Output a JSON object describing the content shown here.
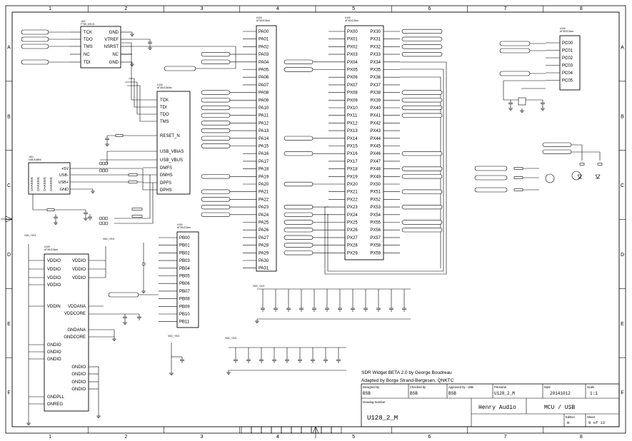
{
  "border": {
    "columns": [
      "1",
      "2",
      "3",
      "4",
      "5",
      "6",
      "7",
      "8"
    ],
    "rows": [
      "A",
      "B",
      "C",
      "D",
      "E",
      "F"
    ]
  },
  "jtag_header": {
    "ref": "J100",
    "part": "FTSH-105-01",
    "pins_left": [
      "TCK",
      "TDO",
      "TMS",
      "NC",
      "TDI"
    ],
    "pins_right": [
      "GND",
      "VTREF",
      "NSRST",
      "NC",
      "GND"
    ]
  },
  "mcu_jtag": {
    "ref": "U100",
    "part": "AT32UC3A3xx",
    "pins": [
      "TCK",
      "TDI",
      "TDO",
      "TMS",
      "RESET_N",
      "USB_VBIAS",
      "USB_VBUS",
      "DMFS",
      "DMHS",
      "DPFS",
      "DPHS"
    ]
  },
  "usb_connector": {
    "ref": "J101",
    "part": "USB-B-MINI",
    "pins": [
      "+5V",
      "USB-",
      "USB+",
      "GND"
    ],
    "shield": [
      "CHASSIS",
      "CHASSIS",
      "CHASSIS",
      "CHASSIS"
    ]
  },
  "port_a": {
    "pins": [
      "PA00",
      "PA01",
      "PA02",
      "PA03",
      "PA04",
      "PA05",
      "PA06",
      "PA07",
      "PA08",
      "PA09",
      "PA10",
      "PA11",
      "PA12",
      "PA13",
      "PA14",
      "PA15",
      "PA16",
      "PA17",
      "PA18",
      "PA19",
      "PA20",
      "PA21",
      "PA22",
      "PA23",
      "PA24",
      "PA25",
      "PA26",
      "PA27",
      "PA28",
      "PA29",
      "PA30",
      "PA31"
    ]
  },
  "port_x_left": {
    "pins": [
      "PX00",
      "PX01",
      "PX02",
      "PX03",
      "PX04",
      "PX05",
      "PX06",
      "PX07",
      "PX08",
      "PX09",
      "PX10",
      "PX11",
      "PX12",
      "PX13",
      "PX14",
      "PX15",
      "PX16",
      "PX17",
      "PX18",
      "PX19",
      "PX20",
      "PX21",
      "PX22",
      "PX23",
      "PX24",
      "PX25",
      "PX26",
      "PX27",
      "PX28",
      "PX29"
    ]
  },
  "port_x_right": {
    "pins": [
      "PX30",
      "PX31",
      "PX32",
      "PX33",
      "PX34",
      "PX35",
      "PX36",
      "PX37",
      "PX38",
      "PX39",
      "PX40",
      "PX41",
      "PX42",
      "PX43",
      "PX44",
      "PX45",
      "PX46",
      "PX47",
      "PX48",
      "PX49",
      "PX50",
      "PX51",
      "PX52",
      "PX53",
      "PX54",
      "PX55",
      "PX56",
      "PX57",
      "PX58",
      "PX59"
    ]
  },
  "port_b": {
    "pins": [
      "PB00",
      "PB01",
      "PB02",
      "PB03",
      "PB04",
      "PB05",
      "PB06",
      "PB07",
      "PB08",
      "PB09",
      "PB10",
      "PB11"
    ]
  },
  "port_c": {
    "pins": [
      "PC00",
      "PC01",
      "PC02",
      "PC03",
      "PC04",
      "PC05"
    ]
  },
  "power": {
    "left": [
      "VDDIO",
      "VDDIO",
      "VDDIO",
      "VDDIO",
      "VDDIN"
    ],
    "right_top": [
      "VDDIO",
      "VDDIO",
      "VDDIO"
    ],
    "vddana": "VDDANA",
    "vddcore": "VDDCORE",
    "gnd_top": [
      "GNDANA",
      "GNDCORE"
    ],
    "gnd_left": [
      "GNDIO",
      "GNDIO",
      "GNDIO"
    ],
    "gnd_right": [
      "GNDIO",
      "GNDIO",
      "GNDIO",
      "GNDIO"
    ],
    "gndpll": "GNDPLL",
    "onreg": "ONREG"
  },
  "title_block": {
    "credit_1": "SDR Widget BETA 2.0 by George Boudreau",
    "credit_2": "Adapted by Borge Strand-Bergesen, QNKTC",
    "designed_by_label": "Designed by",
    "designed_by": "BSB",
    "checked_by_label": "Checked by",
    "checked_by": "BSB",
    "approved_label": "Approved by - date",
    "approved_by": "BSB",
    "filename_label": "Filename",
    "filename": "U128_2_M",
    "date_label": "Date",
    "date": "20141012",
    "scale_label": "Scale",
    "scale": "1:1",
    "drawing_number_label": "Drawing Number",
    "drawing_number": "U128_2_M",
    "company": "Henry Audio",
    "title": "MCU / USB",
    "edition_label": "Edition",
    "edition": "H",
    "sheet_label": "Sheet",
    "sheet": "9 of 13"
  }
}
